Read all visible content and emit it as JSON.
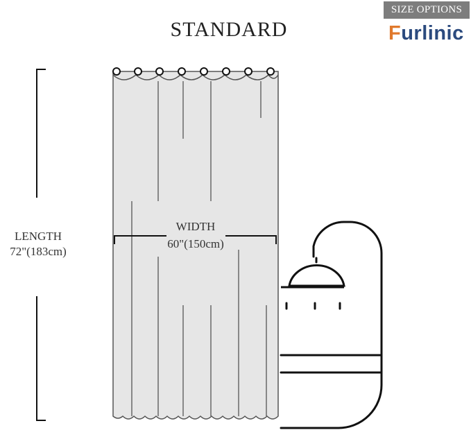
{
  "header": {
    "badge": "SIZE OPTIONS",
    "brand_initial": "F",
    "brand_rest": "urlinic",
    "title": "STANDARD"
  },
  "dimensions": {
    "length_label": "LENGTH",
    "length_value": "72\"(183cm)",
    "width_label": "WIDTH",
    "width_value": "60\"(150cm)"
  },
  "illustration": {
    "curtain_color": "#e6e6e6",
    "outline_color": "#111111",
    "grommet_count": 8,
    "icon": "bathtub-shower-icon"
  }
}
